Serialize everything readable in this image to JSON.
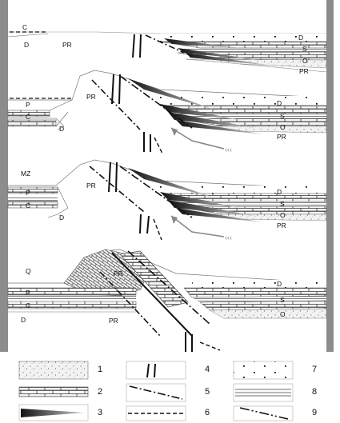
{
  "panel1": {
    "labels": {
      "c": "C",
      "d_left": "D",
      "pr": "PR",
      "d_right": "D",
      "s": "S",
      "o": "O",
      "pr_right": "PR"
    }
  },
  "panel2": {
    "labels": {
      "pr": "PR",
      "p": "P",
      "c": "C",
      "d_left": "D",
      "d_right": "D",
      "s": "S",
      "o": "O",
      "pr_right": "PR"
    }
  },
  "panel3": {
    "labels": {
      "mz": "MZ",
      "pr": "PR",
      "p": "P",
      "c": "C",
      "d_left": "D",
      "d_right": "D",
      "s": "S",
      "o": "O",
      "pr_right": "PR"
    }
  },
  "panel4": {
    "labels": {
      "q": "Q",
      "pr_wedge": "PR",
      "p": "P",
      "c": "C",
      "d_left": "D",
      "pr_bottom": "PR",
      "d_right": "D",
      "s": "S",
      "o": "O"
    }
  },
  "legend": {
    "items": [
      {
        "number": "1",
        "symbol": "dotted-sandstone"
      },
      {
        "number": "2",
        "symbol": "limestone-bricks"
      },
      {
        "number": "3",
        "symbol": "gradient-wedge"
      },
      {
        "number": "4",
        "symbol": "vertical-fault-pair"
      },
      {
        "number": "5",
        "symbol": "dash-dot-thrust"
      },
      {
        "number": "6",
        "symbol": "dashed-line"
      },
      {
        "number": "7",
        "symbol": "scattered-dots"
      },
      {
        "number": "8",
        "symbol": "parallel-lines"
      },
      {
        "number": "9",
        "symbol": "dash-dot-dot-fault"
      }
    ]
  }
}
